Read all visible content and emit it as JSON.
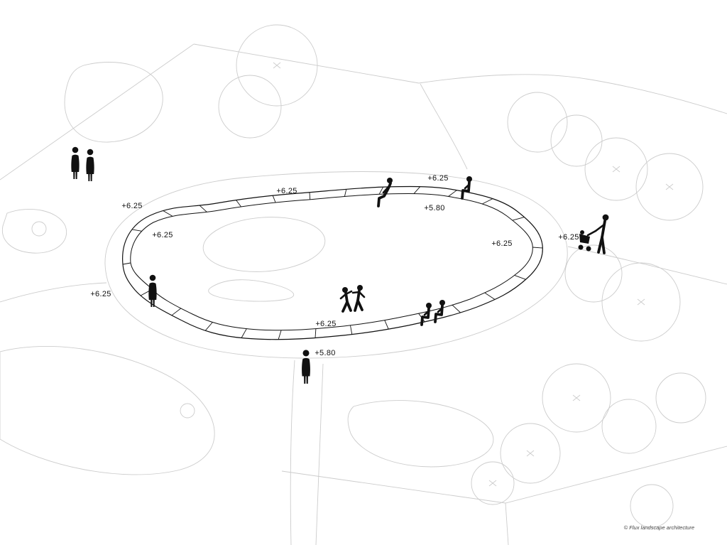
{
  "drawing": {
    "type": "axonometric-landscape-plan",
    "subject": "park seating ring with elevation annotations"
  },
  "colors": {
    "background": "#ffffff",
    "linework": "#cccccc",
    "ink": "#111111"
  },
  "elevation_labels": [
    {
      "text": "+6.25",
      "location": "top-center-outer"
    },
    {
      "text": "+6.25",
      "location": "top-right-outer"
    },
    {
      "text": "+5.80",
      "location": "upper-right-inner"
    },
    {
      "text": "+6.25",
      "location": "upper-left-outer"
    },
    {
      "text": "+6.25",
      "location": "left-inner"
    },
    {
      "text": "+6.25",
      "location": "far-left-outer"
    },
    {
      "text": "+6.25",
      "location": "bottom-inner"
    },
    {
      "text": "+5.80",
      "location": "bottom-outer"
    },
    {
      "text": "+6.25",
      "location": "right-inner"
    },
    {
      "text": "+6.25",
      "location": "right-outer"
    }
  ],
  "figures": [
    {
      "name": "two-pedestrians-walking"
    },
    {
      "name": "woman-standing-inside-ring"
    },
    {
      "name": "person-sitting-on-edge-leaning"
    },
    {
      "name": "person-sitting-on-edge"
    },
    {
      "name": "couple-dancing"
    },
    {
      "name": "two-people-seated-on-edge"
    },
    {
      "name": "adult-pushing-stroller"
    },
    {
      "name": "woman-standing-on-path"
    }
  ],
  "credit": {
    "text": "© Flux landscape architecture"
  }
}
